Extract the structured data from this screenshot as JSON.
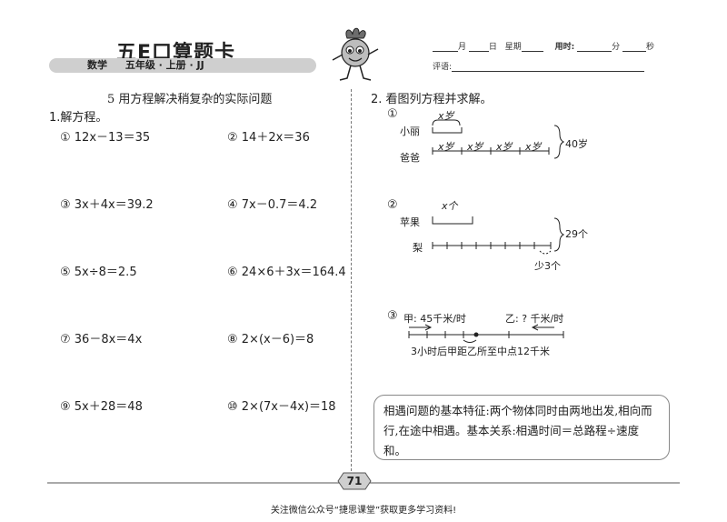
{
  "header": {
    "title": "五E口算题卡",
    "subject": "数学",
    "grade_info": "五年级 · 上册 · JJ",
    "date_month": "月",
    "date_day": "日",
    "weekday": "星期",
    "time_used": "用时:",
    "minutes": "分",
    "seconds": "秒",
    "review": "评语:"
  },
  "section_title": "5   用方程解决稍复杂的实际问题",
  "question1": {
    "label": "1.解方程。",
    "equations": [
      "① 12x－13＝35",
      "② 14＋2x＝36",
      "③ 3x＋4x＝39.2",
      "④ 7x－0.7＝4.2",
      "⑤ 5x÷8＝2.5",
      "⑥ 24×6＋3x＝164.4",
      "⑦ 36－8x＝4x",
      "⑧ 2×(x－6)＝8",
      "⑨ 5x＋28＝48",
      "⑩ 2×(7x－4x)＝18"
    ]
  },
  "question2": {
    "label": "2. 看图列方程并求解。",
    "d1": {
      "num": "①",
      "top_label": "x岁",
      "row1": "小丽",
      "row2": "爸爸",
      "seg_labels": [
        "x岁",
        "x岁",
        "x岁",
        "x岁"
      ],
      "total": "40岁"
    },
    "d2": {
      "num": "②",
      "top_label": "x个",
      "row1": "苹果",
      "row2": "梨",
      "total": "29个",
      "less": "少3个"
    },
    "d3": {
      "num": "③",
      "jia": "甲: 45千米/时",
      "yi": "乙: ? 千米/时",
      "note": "3小时后甲距乙所至中点12千米"
    }
  },
  "tip": "相遇问题的基本特征:两个物体同时由两地出发,相向而行,在途中相遇。基本关系:相遇时间＝总路程÷速度和。",
  "page_number": "71",
  "footer": "关注微信公众号“捷思课堂”获取更多学习资料!"
}
